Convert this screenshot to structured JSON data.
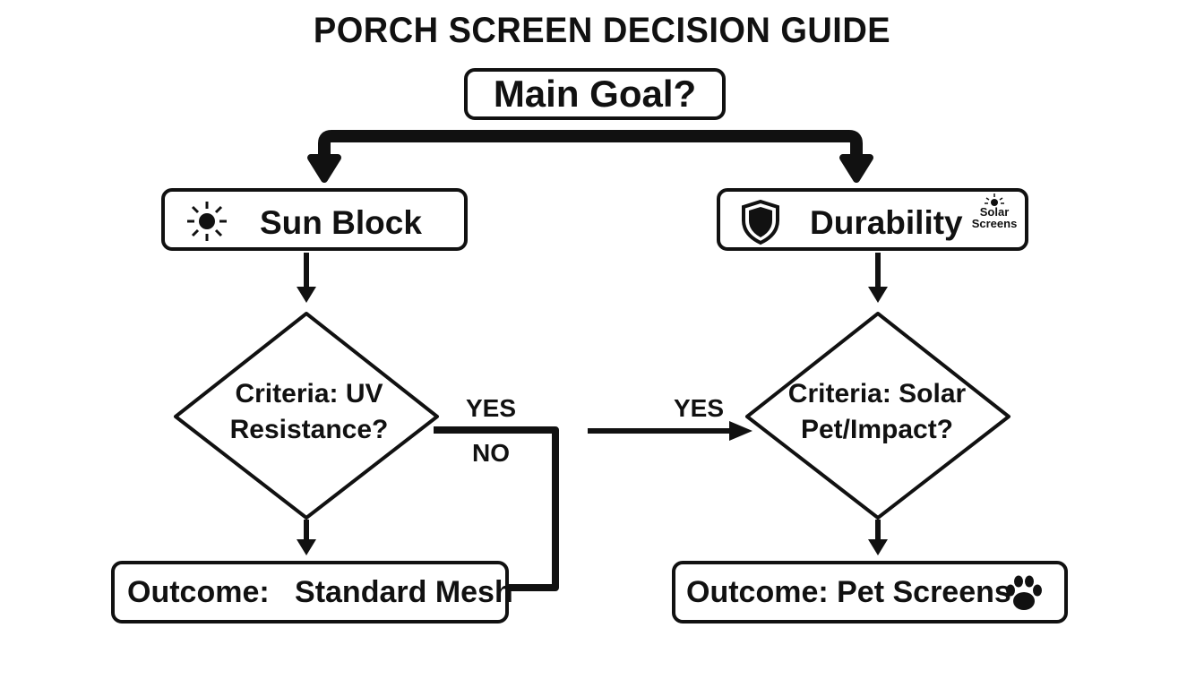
{
  "title": "PORCH SCREEN DECISION GUIDE",
  "root": {
    "label": "Main Goal?"
  },
  "branches": {
    "left": {
      "label": "Sun Block",
      "icon": "sun-icon",
      "criteria_line1": "Criteria: UV",
      "criteria_line2": "Resistance?",
      "outcome": "Outcome:   Standard Mesh"
    },
    "right": {
      "label": "Durability",
      "icon": "shield-icon",
      "badge_line1": "Solar",
      "badge_line2": "Screens",
      "criteria_line1": "Criteria: Solar",
      "criteria_line2": "Pet/Impact?",
      "outcome": "Outcome: Pet Screens",
      "outcome_icon": "paw-icon"
    }
  },
  "edges": {
    "yes_left": "YES",
    "no_left": "NO",
    "yes_right": "YES"
  },
  "colors": {
    "ink": "#111111",
    "background": "#ffffff"
  }
}
